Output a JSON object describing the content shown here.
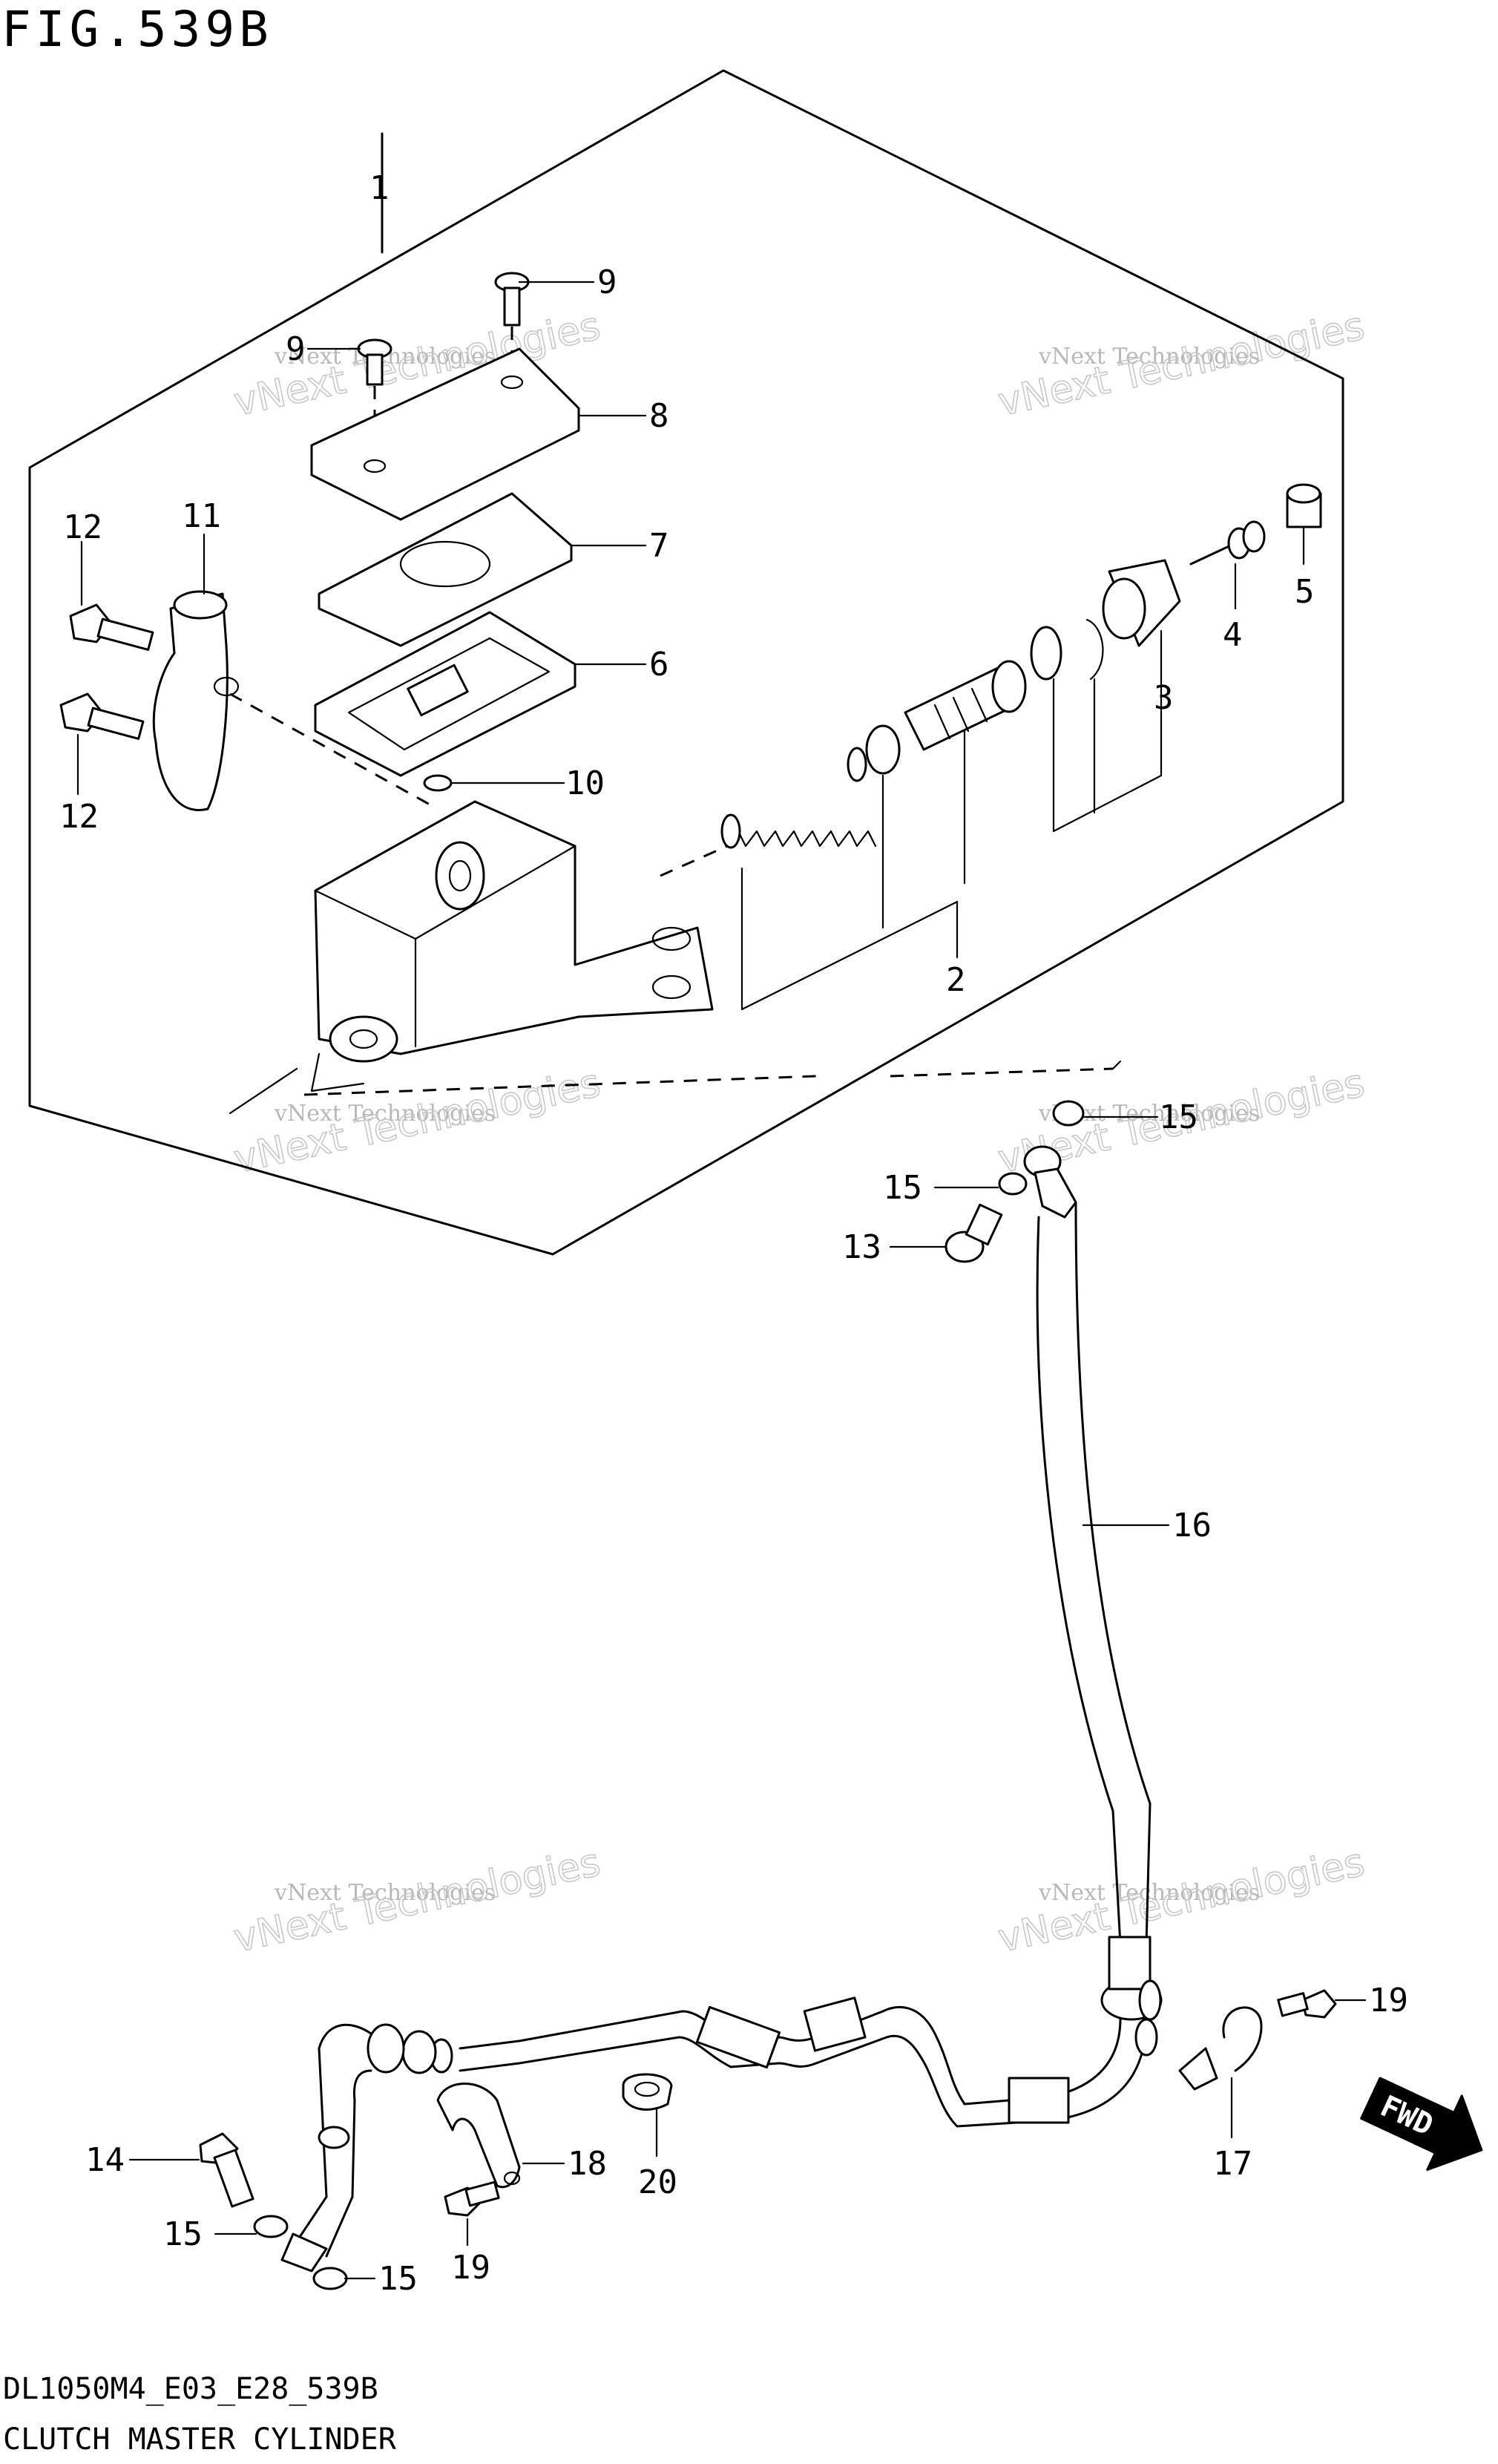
{
  "figure_title": "FIG.539B",
  "model_code": "DL1050M4_E03_E28_539B",
  "assembly_title": "CLUTCH MASTER CYLINDER",
  "watermarks": [
    {
      "line1": "vNext Technologies",
      "line2": "vNext Technologies"
    },
    {
      "line1": "vNext Technologies",
      "line2": "vNext Technologies"
    },
    {
      "line1": "vNext Technologies",
      "line2": "vNext Technologies"
    },
    {
      "line1": "vNext Technologies",
      "line2": "vNext Technologies"
    },
    {
      "line1": "vNext Technologies",
      "line2": "vNext Technologies"
    },
    {
      "line1": "vNext Technologies",
      "line2": "vNext Technologies"
    }
  ],
  "callouts": {
    "c1": "1",
    "c2": "2",
    "c3": "3",
    "c4": "4",
    "c5": "5",
    "c6": "6",
    "c7": "7",
    "c8": "8",
    "c9a": "9",
    "c9b": "9",
    "c10": "10",
    "c11": "11",
    "c12a": "12",
    "c12b": "12",
    "c13": "13",
    "c14": "14",
    "c15a": "15",
    "c15b": "15",
    "c15c": "15",
    "c15d": "15",
    "c16": "16",
    "c17": "17",
    "c18": "18",
    "c19a": "19",
    "c19b": "19",
    "c20": "20"
  },
  "fwd_label": "FWD",
  "colors": {
    "ink": "#000000",
    "watermark": "#c8c8c8",
    "background": "#ffffff"
  }
}
